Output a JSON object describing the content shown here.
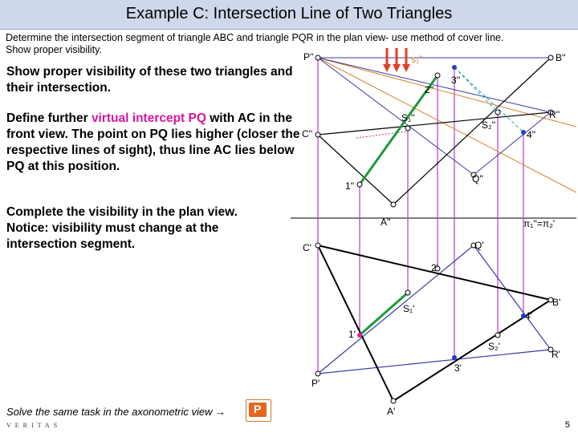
{
  "title": "Example C: Intersection Line of Two Triangles",
  "task": {
    "line1": "Determine the intersection segment of triangle ABC and triangle PQR in the plan view- use method of cover line.",
    "line2": "Show proper visibility."
  },
  "para1": "Show proper visibility of these two triangles and their intersection.",
  "para2": {
    "before": "Define further ",
    "highlight": "virtual intercept PQ",
    "after": " with AC in the front view. The point on PQ lies higher (closer the respective lines of sight), thus line AC lies below PQ at this position."
  },
  "para3": "Complete the visibility in the plan view. Notice: visibility must change at the intersection segment.",
  "footer": {
    "text": "Solve the same task in the axonometric view →",
    "logo": "VERITAS",
    "page": "5"
  },
  "labels": {
    "P2": "P''",
    "B2": "B''",
    "s1_2": "s₁''",
    "three2": "3''",
    "two2": "2''",
    "S1_2": "S₁''",
    "S2_2": "S₂''",
    "R2": "R''",
    "C2": "C''",
    "four2": "4''",
    "Q2": "Q''",
    "one2": "1''",
    "A2": "A''",
    "axis": "π₁''=π₂'",
    "C1": "C'",
    "Q1": "Q'",
    "two1": "2'",
    "B1": "B'",
    "S1_1": "S₁'",
    "four1": "4'",
    "one1": "1'",
    "S2_1": "S₂'",
    "R1": "R'",
    "three1": "3'",
    "P1": "P'",
    "A1": "A'"
  },
  "colors": {
    "triangle_abc": "#000000",
    "pqr_front": "#3a3aa8",
    "pqr_plan": "#3a3aa8",
    "intersection": "#1f9a3a",
    "orange_ray": "#d9822b",
    "recall_line": "#b43cc8",
    "teal_dashed": "#2aa6b0",
    "arrows": "#e0402a",
    "dot_blue": "#1e3cc8",
    "dot_pink": "#e0208c"
  }
}
